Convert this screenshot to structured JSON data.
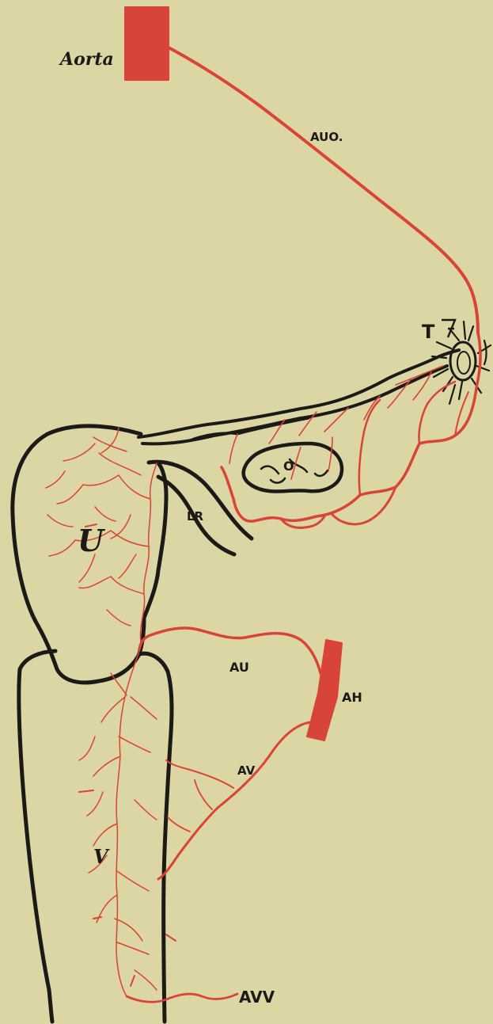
{
  "labels": {
    "aorta": "Aorta",
    "auo": "AUO.",
    "t": "T",
    "o": "O",
    "lr": "LR",
    "u": "U",
    "au": "AU",
    "ah": "AH",
    "av": "AV",
    "v": "V",
    "avv": "AVV"
  },
  "colors": {
    "paper": "#dcd6a4",
    "ink": "#1c1a16",
    "artery": "#d9443a"
  }
}
